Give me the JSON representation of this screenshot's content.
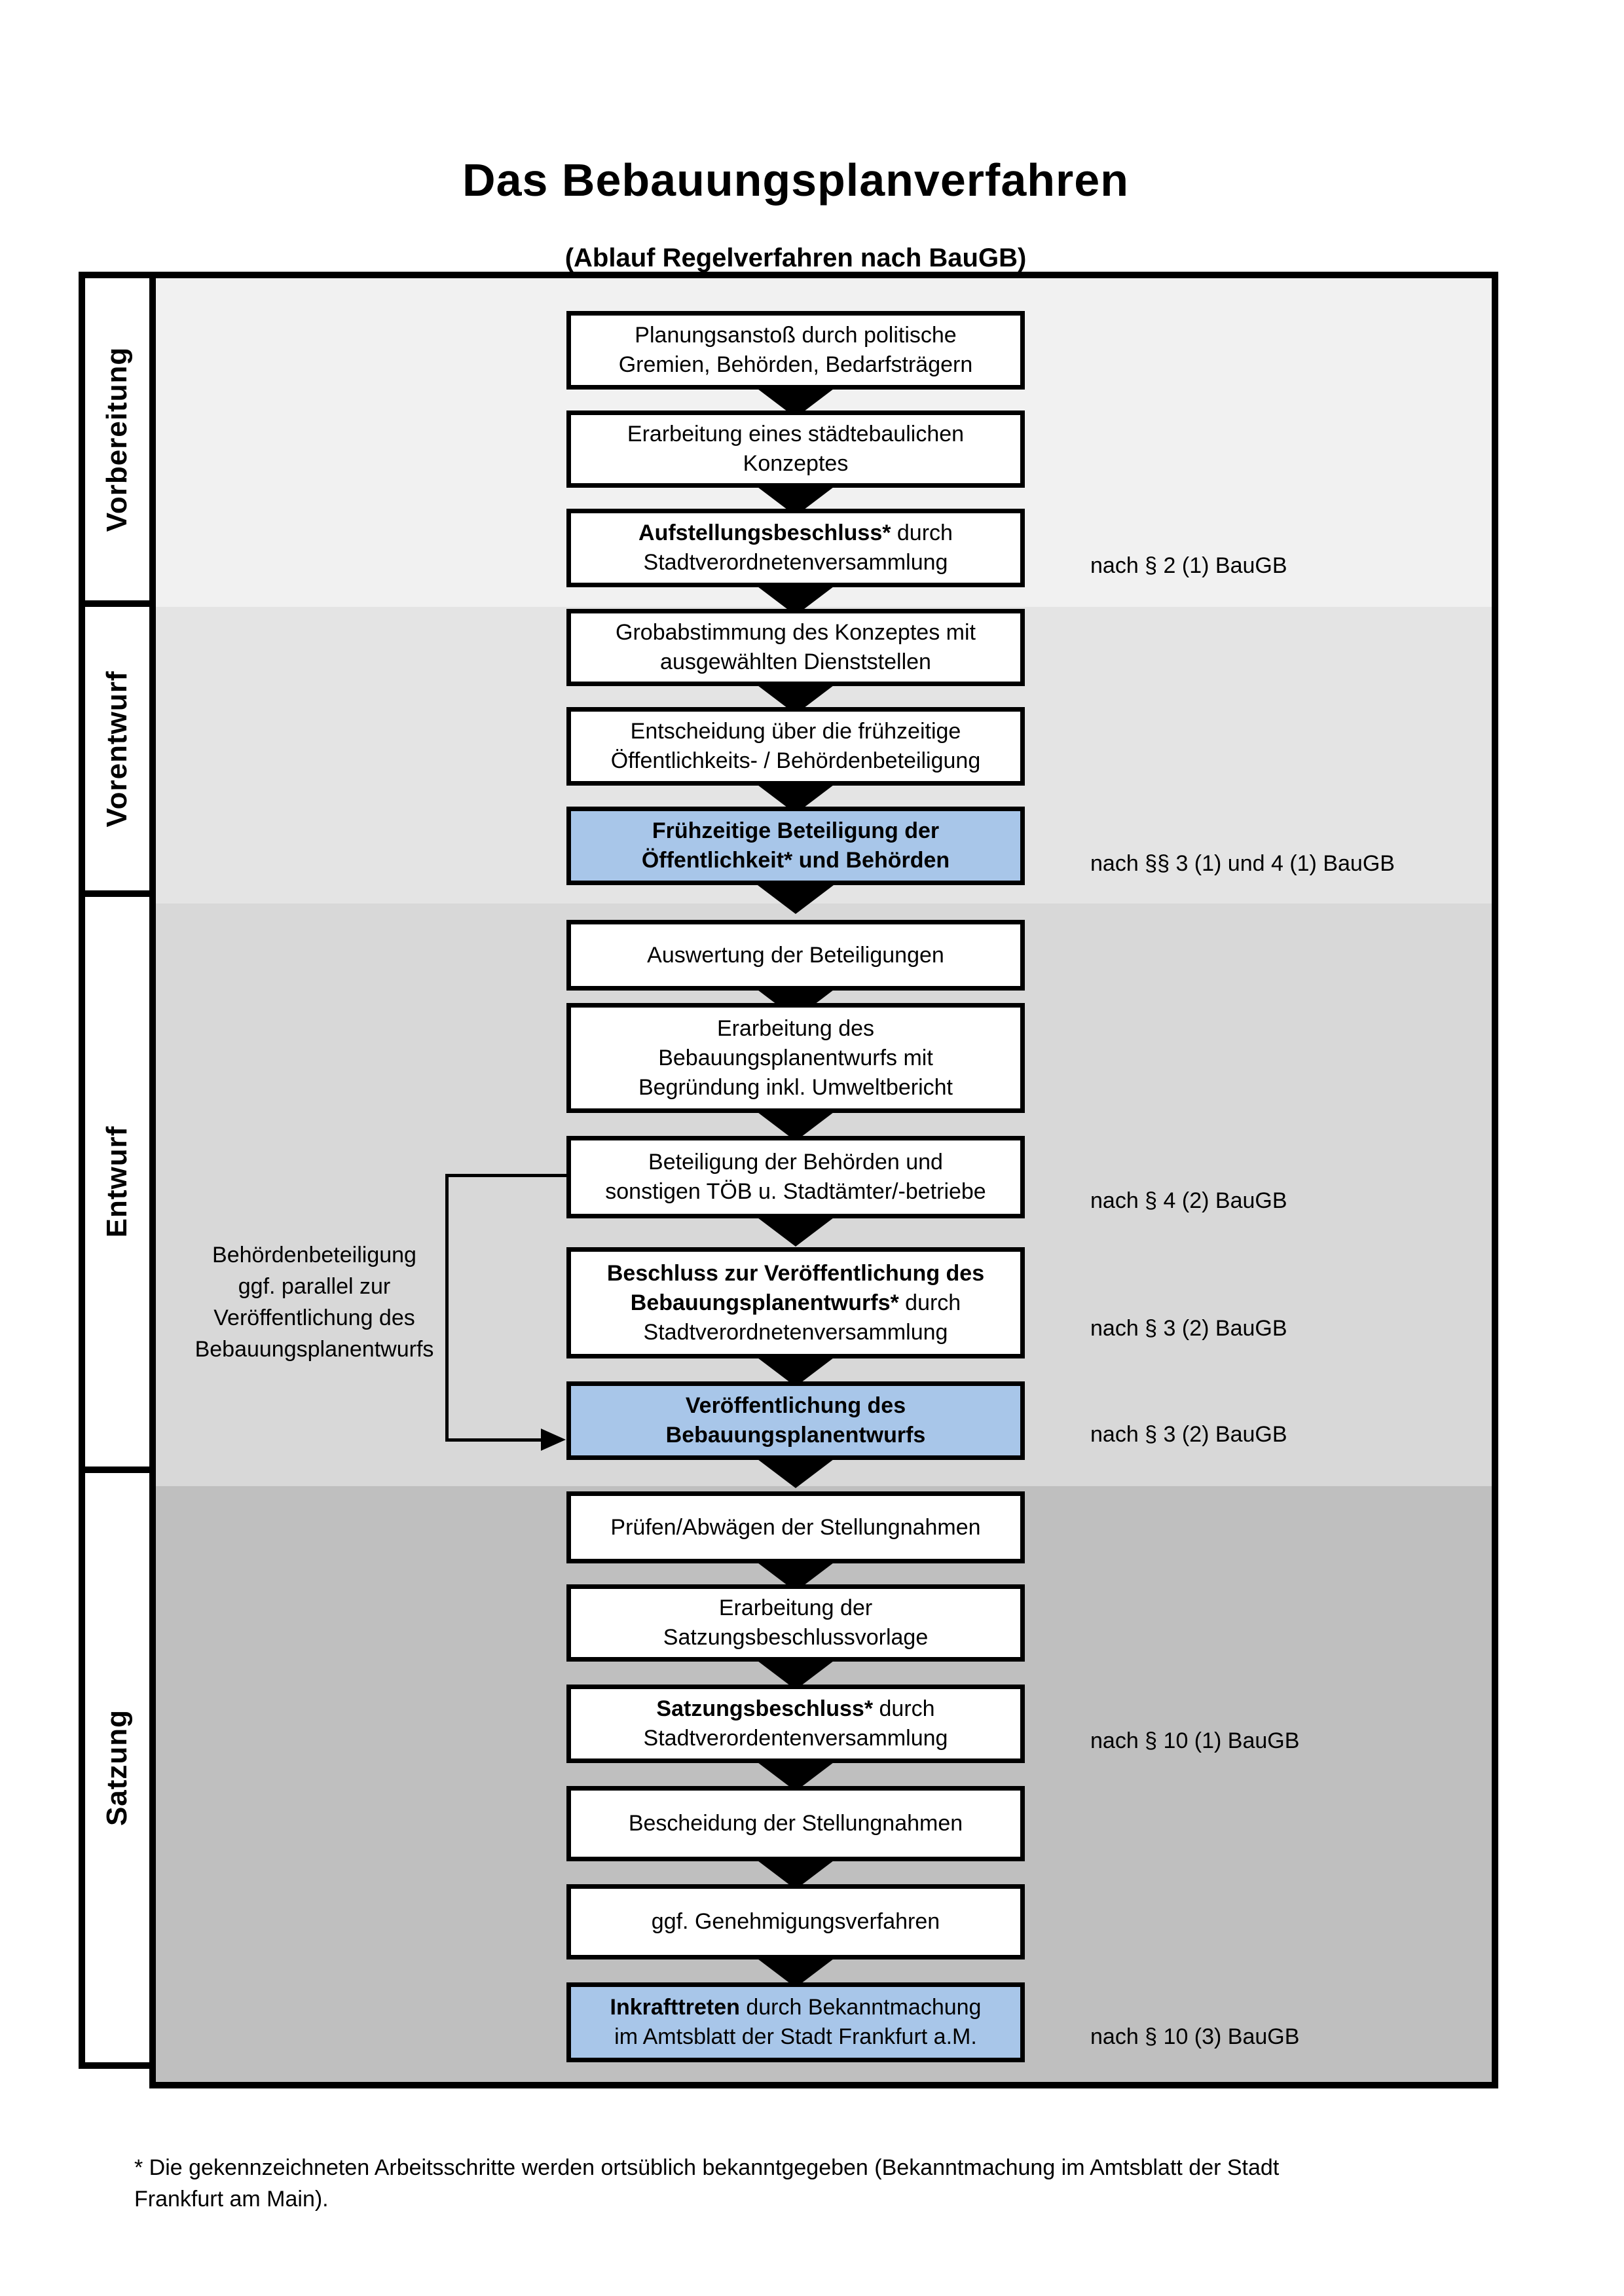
{
  "title": "Das Bebauungsplanverfahren",
  "subtitle": "(Ablauf Regelverfahren nach BauGB)",
  "colors": {
    "highlight": "#a8c6e9",
    "phase1_bg": "#f1f1f1",
    "phase2_bg": "#e4e4e4",
    "phase3_bg": "#d8d8d8",
    "phase4_bg": "#bfbfbf",
    "line": "#000000"
  },
  "phases": [
    {
      "label": "Vorbereitung"
    },
    {
      "label": "Vorentwurf"
    },
    {
      "label": "Entwurf"
    },
    {
      "label": "Satzung"
    }
  ],
  "flow": {
    "boxes": [
      {
        "lines": [
          {
            "text": "Planungsanstoß durch politische"
          },
          {
            "text": "Gremien, Behörden, Bedarfsträgern"
          }
        ]
      },
      {
        "lines": [
          {
            "text": "Erarbeitung eines städtebaulichen"
          },
          {
            "text": "Konzeptes"
          }
        ]
      },
      {
        "lines": [
          {
            "bold": "Aufstellungsbeschluss*",
            "text": " durch"
          },
          {
            "text": "Stadtverordnetenversammlung"
          }
        ]
      },
      {
        "lines": [
          {
            "text": "Grobabstimmung des Konzeptes mit"
          },
          {
            "text": "ausgewählten Dienststellen"
          }
        ]
      },
      {
        "lines": [
          {
            "text": "Entscheidung über die frühzeitige"
          },
          {
            "text": "Öffentlichkeits- / Behördenbeteiligung"
          }
        ]
      },
      {
        "lines": [
          {
            "bold": "Frühzeitige Beteiligung der"
          },
          {
            "bold": "Öffentlichkeit* und Behörden"
          }
        ]
      },
      {
        "lines": [
          {
            "text": "Auswertung der Beteiligungen"
          }
        ]
      },
      {
        "lines": [
          {
            "text": "Erarbeitung des"
          },
          {
            "text": "Bebauungsplanentwurfs mit"
          },
          {
            "text": "Begründung inkl. Umweltbericht"
          }
        ]
      },
      {
        "lines": [
          {
            "text": "Beteiligung der Behörden und"
          },
          {
            "text": "sonstigen TÖB u. Stadtämter/-betriebe"
          }
        ]
      },
      {
        "lines": [
          {
            "bold": "Beschluss zur Veröffentlichung des"
          },
          {
            "bold": "Bebauungsplanentwurfs*",
            "text": " durch"
          },
          {
            "text": "Stadtverordnetenversammlung"
          }
        ]
      },
      {
        "lines": [
          {
            "bold": "Veröffentlichung des"
          },
          {
            "bold": "Bebauungsplanentwurfs"
          }
        ]
      },
      {
        "lines": [
          {
            "text": "Prüfen/Abwägen der Stellungnahmen"
          }
        ]
      },
      {
        "lines": [
          {
            "text": "Erarbeitung der"
          },
          {
            "text": "Satzungsbeschlussvorlage"
          }
        ]
      },
      {
        "lines": [
          {
            "bold": "Satzungsbeschluss*",
            "text": " durch"
          },
          {
            "text": "Stadtverordentenversammlung"
          }
        ]
      },
      {
        "lines": [
          {
            "text": "Bescheidung der Stellungnahmen"
          }
        ]
      },
      {
        "lines": [
          {
            "text": "ggf. Genehmigungsverfahren"
          }
        ]
      },
      {
        "lines": [
          {
            "bold": "Inkrafttreten",
            "text": " durch Bekanntmachung"
          },
          {
            "text": "im Amtsblatt der Stadt Frankfurt a.M."
          }
        ]
      }
    ]
  },
  "annotations": {
    "right": [
      {
        "label": "nach § 2 (1) BauGB"
      },
      {
        "label": "nach §§ 3 (1) und 4 (1) BauGB"
      },
      {
        "label": "nach § 4 (2) BauGB"
      },
      {
        "label": "nach § 3 (2) BauGB"
      },
      {
        "label": "nach § 3 (2) BauGB"
      },
      {
        "label": "nach § 10 (1) BauGB"
      },
      {
        "label": "nach § 10 (3) BauGB"
      }
    ],
    "parallel_note": {
      "lines": [
        "Behördenbeteiligung",
        "ggf. parallel zur",
        "Veröffentlichung des",
        "Bebauungsplanentwurfs"
      ]
    }
  },
  "footnote": {
    "line1": "* Die gekennzeichneten Arbeitsschritte werden ortsüblich bekanntgegeben (Bekanntmachung im Amtsblatt  der Stadt",
    "line2": "Frankfurt am Main)."
  }
}
